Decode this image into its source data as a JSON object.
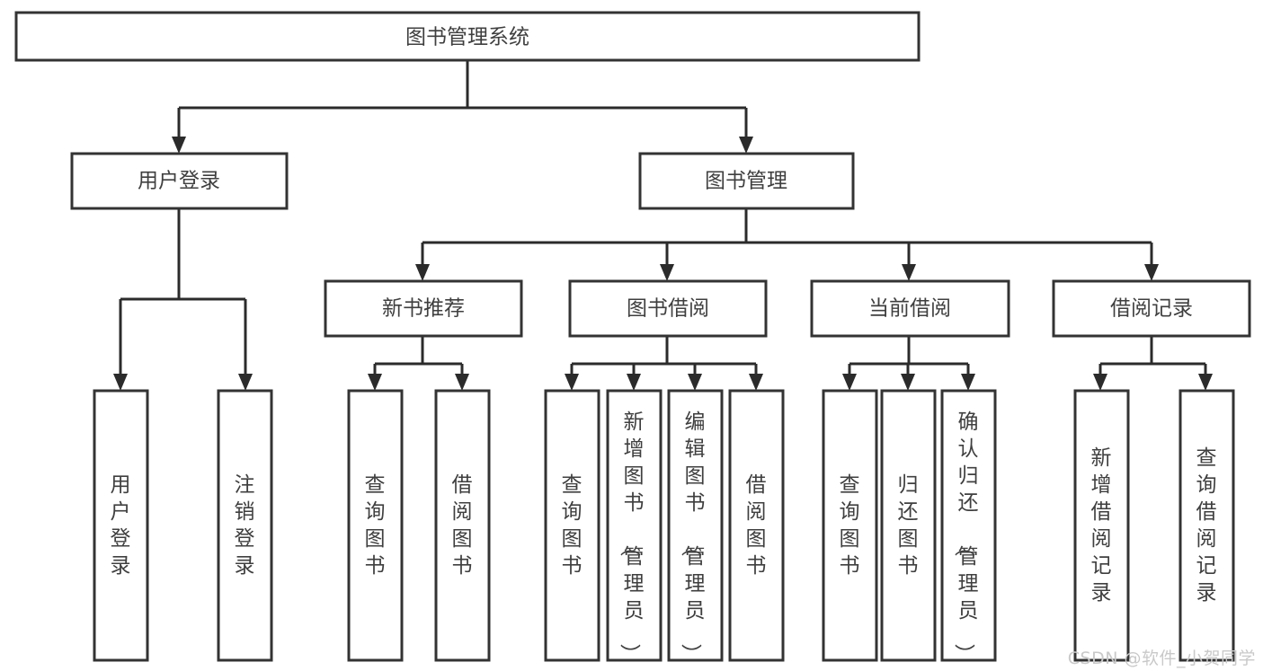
{
  "diagram": {
    "type": "tree",
    "title": "图书管理系统",
    "orientation": "top-down",
    "colors": {
      "box_fill": "#ffffff",
      "box_stroke": "#333333",
      "text": "#3f3f3f",
      "edge": "#2b2b2b",
      "watermark": "#c9c9c9",
      "background": "#ffffff"
    },
    "watermark": "CSDN @软件_小贺同学",
    "nodes": {
      "root": {
        "label": "图书管理系统",
        "level": 1,
        "orientation": "horizontal"
      },
      "l2_user_login": {
        "label": "用户登录",
        "level": 2,
        "orientation": "horizontal"
      },
      "l2_book_mgmt": {
        "label": "图书管理",
        "level": 2,
        "orientation": "horizontal"
      },
      "l3_new_book_rec": {
        "label": "新书推荐",
        "level": 3,
        "orientation": "horizontal"
      },
      "l3_book_borrow": {
        "label": "图书借阅",
        "level": 3,
        "orientation": "horizontal"
      },
      "l3_current_borrow": {
        "label": "当前借阅",
        "level": 3,
        "orientation": "horizontal"
      },
      "l3_borrow_record": {
        "label": "借阅记录",
        "level": 3,
        "orientation": "horizontal"
      },
      "leaf_user_login": {
        "label": "用户登录",
        "level": 4,
        "orientation": "vertical"
      },
      "leaf_logout": {
        "label": "注销登录",
        "level": 4,
        "orientation": "vertical"
      },
      "leaf_query_book_1": {
        "label": "查询图书",
        "level": 4,
        "orientation": "vertical"
      },
      "leaf_borrow_book_1": {
        "label": "借阅图书",
        "level": 4,
        "orientation": "vertical"
      },
      "leaf_query_book_2": {
        "label": "查询图书",
        "level": 4,
        "orientation": "vertical"
      },
      "leaf_add_book": {
        "label": "新增图书（管理员）",
        "level": 4,
        "orientation": "vertical"
      },
      "leaf_edit_book": {
        "label": "编辑图书（管理员）",
        "level": 4,
        "orientation": "vertical"
      },
      "leaf_borrow_book_2": {
        "label": "借阅图书",
        "level": 4,
        "orientation": "vertical"
      },
      "leaf_query_book_3": {
        "label": "查询图书",
        "level": 4,
        "orientation": "vertical"
      },
      "leaf_return_book": {
        "label": "归还图书",
        "level": 4,
        "orientation": "vertical"
      },
      "leaf_confirm_return": {
        "label": "确认归还（管理员）",
        "level": 4,
        "orientation": "vertical"
      },
      "leaf_add_record": {
        "label": "新增借阅记录",
        "level": 4,
        "orientation": "vertical"
      },
      "leaf_query_record": {
        "label": "查询借阅记录",
        "level": 4,
        "orientation": "vertical"
      }
    },
    "edges": [
      {
        "from": "root",
        "to": "l2_user_login"
      },
      {
        "from": "root",
        "to": "l2_book_mgmt"
      },
      {
        "from": "l2_user_login",
        "to": "leaf_user_login"
      },
      {
        "from": "l2_user_login",
        "to": "leaf_logout"
      },
      {
        "from": "l2_book_mgmt",
        "to": "l3_new_book_rec"
      },
      {
        "from": "l2_book_mgmt",
        "to": "l3_book_borrow"
      },
      {
        "from": "l2_book_mgmt",
        "to": "l3_current_borrow"
      },
      {
        "from": "l2_book_mgmt",
        "to": "l3_borrow_record"
      },
      {
        "from": "l3_new_book_rec",
        "to": "leaf_query_book_1"
      },
      {
        "from": "l3_new_book_rec",
        "to": "leaf_borrow_book_1"
      },
      {
        "from": "l3_book_borrow",
        "to": "leaf_query_book_2"
      },
      {
        "from": "l3_book_borrow",
        "to": "leaf_add_book"
      },
      {
        "from": "l3_book_borrow",
        "to": "leaf_edit_book"
      },
      {
        "from": "l3_book_borrow",
        "to": "leaf_borrow_book_2"
      },
      {
        "from": "l3_current_borrow",
        "to": "leaf_query_book_3"
      },
      {
        "from": "l3_current_borrow",
        "to": "leaf_return_book"
      },
      {
        "from": "l3_current_borrow",
        "to": "leaf_confirm_return"
      },
      {
        "from": "l3_borrow_record",
        "to": "leaf_add_record"
      },
      {
        "from": "l3_borrow_record",
        "to": "leaf_query_record"
      }
    ]
  }
}
